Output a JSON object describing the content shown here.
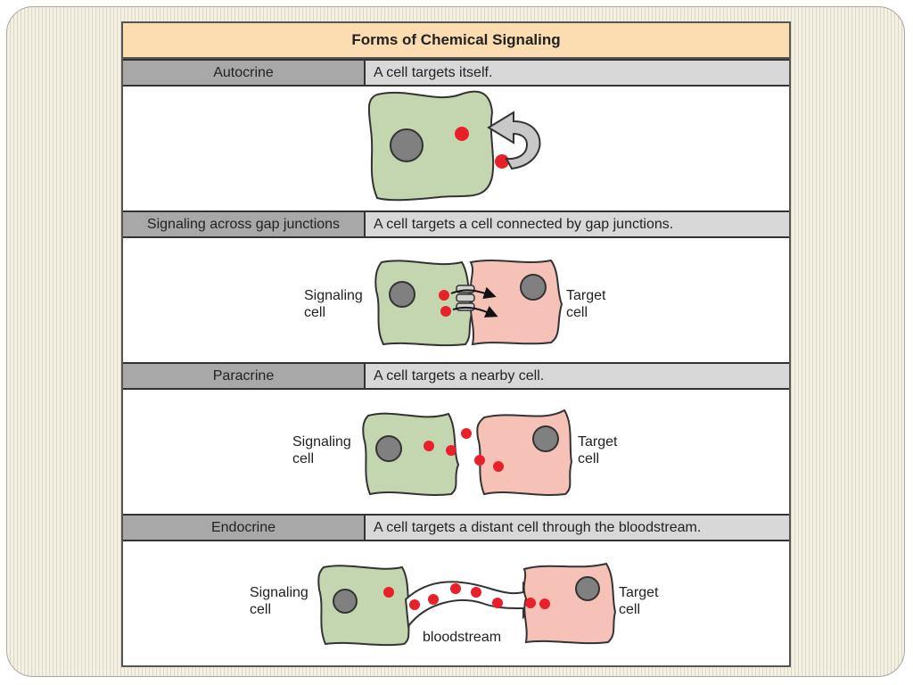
{
  "title": "Forms of Chemical Signaling",
  "rows": [
    {
      "name": "Autocrine",
      "description": "A cell targets itself."
    },
    {
      "name": "Signaling across gap junctions",
      "description": "A cell targets a cell connected by gap junctions."
    },
    {
      "name": "Paracrine",
      "description": "A cell targets a nearby cell."
    },
    {
      "name": "Endocrine",
      "description": "A cell targets a distant cell through the bloodstream."
    }
  ],
  "labels": {
    "signaling_cell_line1": "Signaling",
    "signaling_cell_line2": "cell",
    "target_cell_line1": "Target",
    "target_cell_line2": "cell",
    "bloodstream": "bloodstream"
  },
  "colors": {
    "signaling_cell": "#c4d6b0",
    "target_cell": "#f6c2b7",
    "nucleus": "#808080",
    "signal_molecule": "#e8202a",
    "arrow_fill": "#c8c8c8",
    "header_title_bg": "#fcdcb1"
  }
}
